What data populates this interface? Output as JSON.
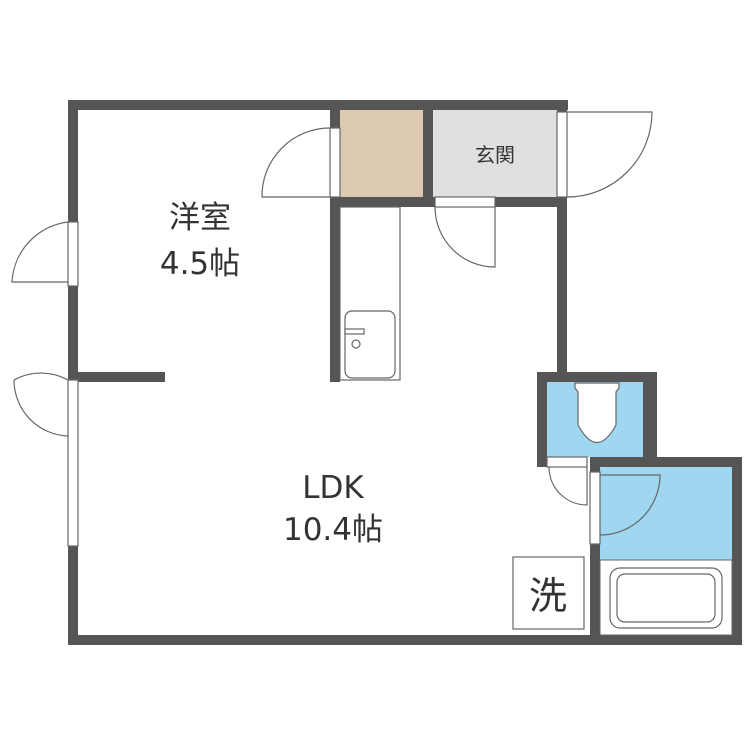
{
  "rooms": {
    "western_room": {
      "name": "洋室",
      "size": "4.5帖"
    },
    "ldk": {
      "name": "LDK",
      "size": "10.4帖"
    },
    "entrance": {
      "name": "玄関"
    },
    "washer": {
      "label": "洗"
    }
  },
  "colors": {
    "wall": "#555555",
    "closet": "#dcc9b0",
    "entrance": "#e0e0e0",
    "wet_area": "#9fd6f0"
  }
}
